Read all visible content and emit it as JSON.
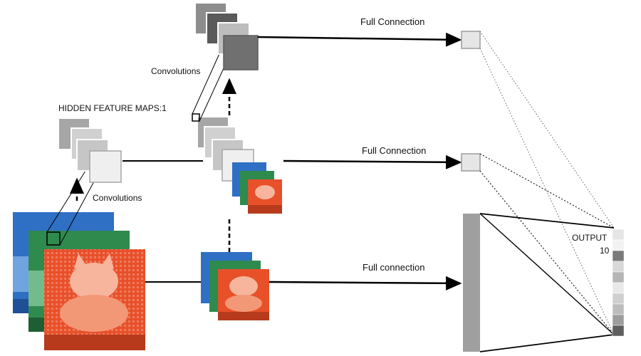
{
  "labels": {
    "full_connection_top": "Full Connection",
    "full_connection_mid": "Full Connection",
    "full_connection_bottom": "Full connection",
    "convolutions_top": "Convolutions",
    "convolutions_left": "Convolutions",
    "hidden_feature_maps": "HIDDEN FEATURE MAPS:1",
    "output_label": "OUTPUT",
    "output_count": "10"
  },
  "colors": {
    "blue_channel": "#2f6fc4",
    "green_channel": "#2f8a4e",
    "red_channel": "#e8502a",
    "gray_dark": "#6d6d6d",
    "gray_mid": "#a6a6a6",
    "gray_light": "#d9d9d9",
    "gray_lightest": "#efefef"
  },
  "output_cells": 10
}
